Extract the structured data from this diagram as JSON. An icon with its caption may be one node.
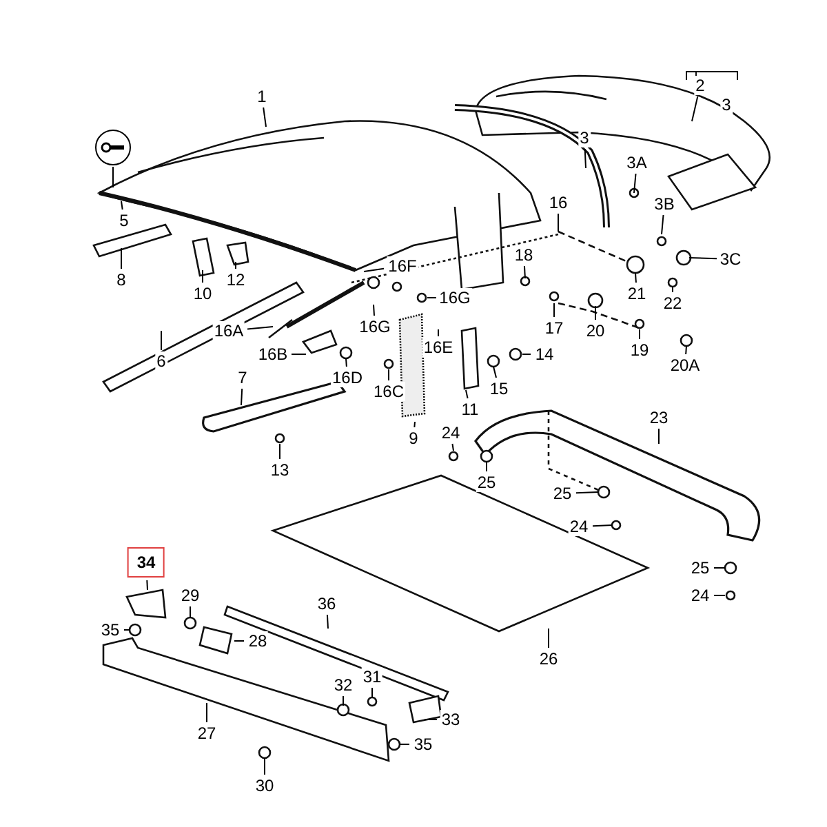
{
  "diagram": {
    "nodes": [
      {
        "text": [
          "1"
        ]
      },
      {
        "text": [
          "2"
        ]
      },
      {
        "text": [
          "3"
        ]
      },
      {
        "text": [
          "3"
        ]
      },
      {
        "text": [
          "3A"
        ]
      },
      {
        "text": [
          "3B"
        ]
      },
      {
        "text": [
          "16"
        ]
      },
      {
        "text": [
          "5"
        ]
      },
      {
        "text": [
          "3C"
        ]
      },
      {
        "text": [
          "18"
        ]
      },
      {
        "text": [
          "16F"
        ]
      },
      {
        "text": [
          "8"
        ]
      },
      {
        "text": [
          "12"
        ]
      },
      {
        "text": [
          "16G"
        ]
      },
      {
        "text": [
          "10"
        ]
      },
      {
        "text": [
          "21"
        ]
      },
      {
        "text": [
          "22"
        ]
      },
      {
        "text": [
          "16G"
        ]
      },
      {
        "text": [
          "17"
        ]
      },
      {
        "text": [
          "20"
        ]
      },
      {
        "text": [
          "16A"
        ]
      },
      {
        "text": [
          "19"
        ]
      },
      {
        "text": [
          "16E"
        ]
      },
      {
        "text": [
          "16B"
        ]
      },
      {
        "text": [
          "14"
        ]
      },
      {
        "text": [
          "6"
        ]
      },
      {
        "text": [
          "20A"
        ]
      },
      {
        "text": [
          "16D"
        ]
      },
      {
        "text": [
          "7"
        ]
      },
      {
        "text": [
          "15"
        ]
      },
      {
        "text": [
          "16C"
        ]
      },
      {
        "text": [
          "11"
        ]
      },
      {
        "text": [
          "23"
        ]
      },
      {
        "text": [
          "24"
        ]
      },
      {
        "text": [
          "9"
        ]
      },
      {
        "text": [
          "13"
        ]
      },
      {
        "text": [
          "25"
        ]
      },
      {
        "text": [
          "25"
        ]
      },
      {
        "text": [
          "24"
        ]
      },
      {
        "text": [
          "34"
        ]
      },
      {
        "text": [
          "25"
        ]
      },
      {
        "text": [
          "29"
        ]
      },
      {
        "text": [
          "24"
        ]
      },
      {
        "text": [
          "36"
        ]
      },
      {
        "text": [
          "35"
        ]
      },
      {
        "text": [
          "28"
        ]
      },
      {
        "text": [
          "26"
        ]
      },
      {
        "text": [
          "31"
        ]
      },
      {
        "text": [
          "32"
        ]
      },
      {
        "text": [
          "33"
        ]
      },
      {
        "text": [
          "27"
        ]
      },
      {
        "text": [
          "35"
        ]
      },
      {
        "text": [
          "30"
        ]
      },
      {
        "text": [],
        "shape": "circle"
      }
    ],
    "edges": [
      {
        "from": 0,
        "to": null,
        "arrow": "none"
      },
      {
        "from": 1,
        "to": null,
        "arrow": "none"
      },
      {
        "from": 3,
        "to": null,
        "arrow": "none"
      },
      {
        "from": 4,
        "to": null,
        "arrow": "none"
      },
      {
        "from": 5,
        "to": null,
        "arrow": "none"
      },
      {
        "from": 6,
        "to": null,
        "arrow": "none"
      },
      {
        "from": 7,
        "to": null,
        "arrow": "none"
      },
      {
        "from": 8,
        "to": null,
        "arrow": "none"
      },
      {
        "from": 9,
        "to": null,
        "arrow": "none"
      },
      {
        "from": 10,
        "to": null,
        "arrow": "none"
      },
      {
        "from": 11,
        "to": null,
        "arrow": "none"
      },
      {
        "from": 12,
        "to": null,
        "arrow": "none"
      },
      {
        "from": 13,
        "to": null,
        "arrow": "none"
      },
      {
        "from": 14,
        "to": null,
        "arrow": "none"
      },
      {
        "from": 15,
        "to": null,
        "arrow": "none"
      },
      {
        "from": 16,
        "to": null,
        "arrow": "none"
      },
      {
        "from": 17,
        "to": null,
        "arrow": "none"
      },
      {
        "from": 18,
        "to": null,
        "arrow": "none"
      },
      {
        "from": 19,
        "to": null,
        "arrow": "none"
      },
      {
        "from": 20,
        "to": null,
        "arrow": "none"
      },
      {
        "from": 21,
        "to": null,
        "arrow": "none"
      },
      {
        "from": 22,
        "to": null,
        "arrow": "none"
      },
      {
        "from": 23,
        "to": null,
        "arrow": "none"
      },
      {
        "from": 24,
        "to": null,
        "arrow": "none"
      },
      {
        "from": 25,
        "to": null,
        "arrow": "none"
      },
      {
        "from": 26,
        "to": null,
        "arrow": "none"
      },
      {
        "from": 27,
        "to": null,
        "arrow": "none"
      },
      {
        "from": 28,
        "to": null,
        "arrow": "none"
      },
      {
        "from": 29,
        "to": null,
        "arrow": "none"
      },
      {
        "from": 30,
        "to": null,
        "arrow": "none"
      },
      {
        "from": 31,
        "to": null,
        "arrow": "none"
      },
      {
        "from": 32,
        "to": null,
        "arrow": "none"
      },
      {
        "from": 33,
        "to": null,
        "arrow": "none"
      },
      {
        "from": 34,
        "to": null,
        "arrow": "none"
      },
      {
        "from": 35,
        "to": null,
        "arrow": "none"
      },
      {
        "from": 36,
        "to": null,
        "arrow": "none"
      },
      {
        "from": 37,
        "to": null,
        "arrow": "none"
      },
      {
        "from": 38,
        "to": null,
        "arrow": "none"
      },
      {
        "from": 39,
        "to": null,
        "arrow": "none"
      },
      {
        "from": 40,
        "to": null,
        "arrow": "none"
      },
      {
        "from": 41,
        "to": null,
        "arrow": "none"
      },
      {
        "from": 42,
        "to": null,
        "arrow": "none"
      },
      {
        "from": 43,
        "to": null,
        "arrow": "none"
      },
      {
        "from": 44,
        "to": null,
        "arrow": "none"
      },
      {
        "from": 45,
        "to": null,
        "arrow": "none"
      },
      {
        "from": 46,
        "to": null,
        "arrow": "none"
      },
      {
        "from": 47,
        "to": null,
        "arrow": "none"
      },
      {
        "from": 48,
        "to": null,
        "arrow": "none"
      },
      {
        "from": 49,
        "to": null,
        "arrow": "none"
      },
      {
        "from": 50,
        "to": null,
        "arrow": "none"
      },
      {
        "from": 51,
        "to": null,
        "arrow": "none"
      },
      {
        "from": 52,
        "to": null,
        "arrow": "none"
      },
      {
        "from": 53,
        "to": null,
        "arrow": "none"
      }
    ]
  }
}
